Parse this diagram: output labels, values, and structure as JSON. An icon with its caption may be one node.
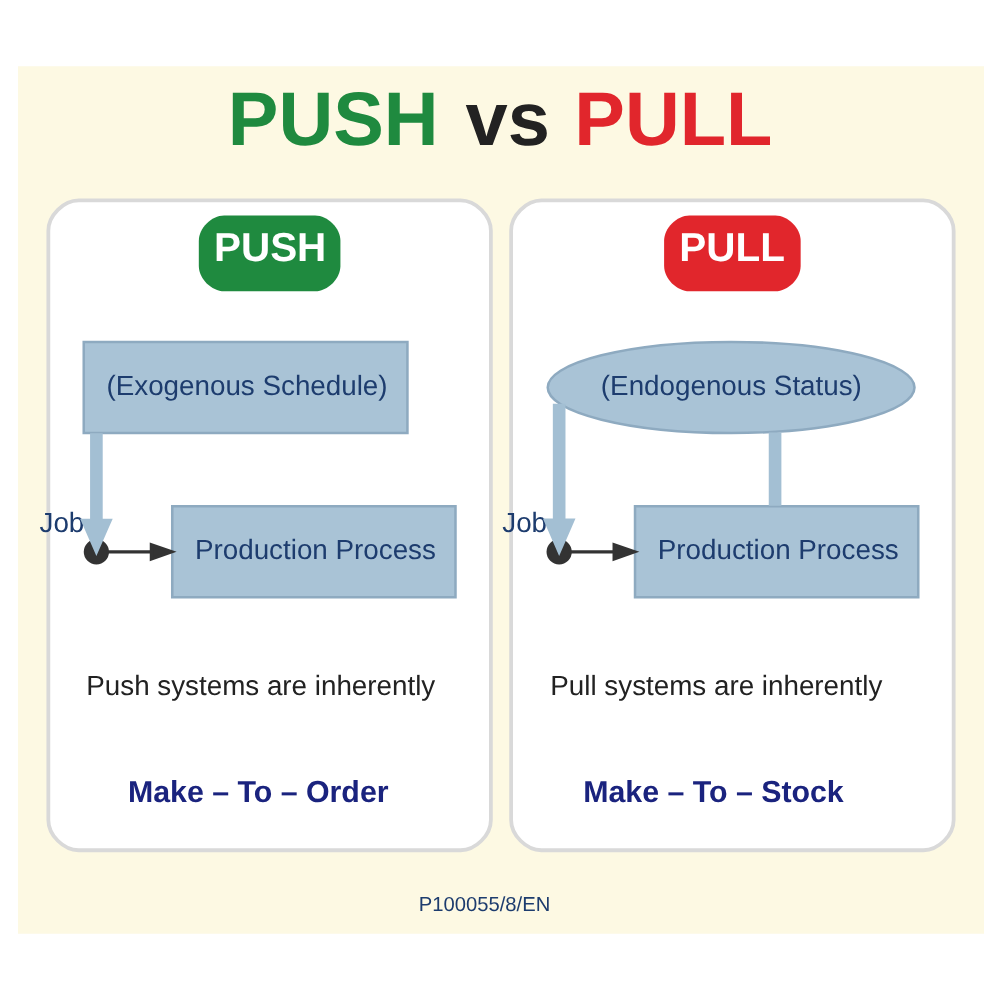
{
  "diagram": {
    "title": "PUSH vs PULL",
    "nodes": [
      {
        "text": [
          "PUSH"
        ]
      },
      {
        "text": [
          "(Exogenous Schedule)"
        ],
        "in": 0
      },
      {
        "text": [],
        "shape": "circle",
        "beside": [
          "Job"
        ],
        "in": 0
      },
      {
        "text": [
          "Production Process"
        ],
        "in": 0
      },
      {
        "text": [
          "PULL"
        ]
      },
      {
        "text": [
          "(Endogenous Status)"
        ],
        "in": 4
      },
      {
        "text": [],
        "shape": "circle",
        "beside": [
          "Job"
        ],
        "in": 4
      },
      {
        "text": [
          "Production Process"
        ],
        "in": 4
      }
    ],
    "edges": [
      {
        "from": 1,
        "to": 2,
        "arrow": "to"
      },
      {
        "from": 2,
        "to": 3,
        "arrow": "to",
        "color": "#333333"
      },
      {
        "from": 5,
        "to": 6,
        "arrow": "to"
      },
      {
        "from": 5,
        "to": 7,
        "arrow": "none"
      },
      {
        "from": 6,
        "to": 7,
        "arrow": "to",
        "color": "#333333"
      }
    ],
    "labels": [
      "Push systems are inherently",
      "Make – To – Order",
      "Pull systems are inherently",
      "Make – To – Stock",
      "P100055/8/EN"
    ]
  }
}
